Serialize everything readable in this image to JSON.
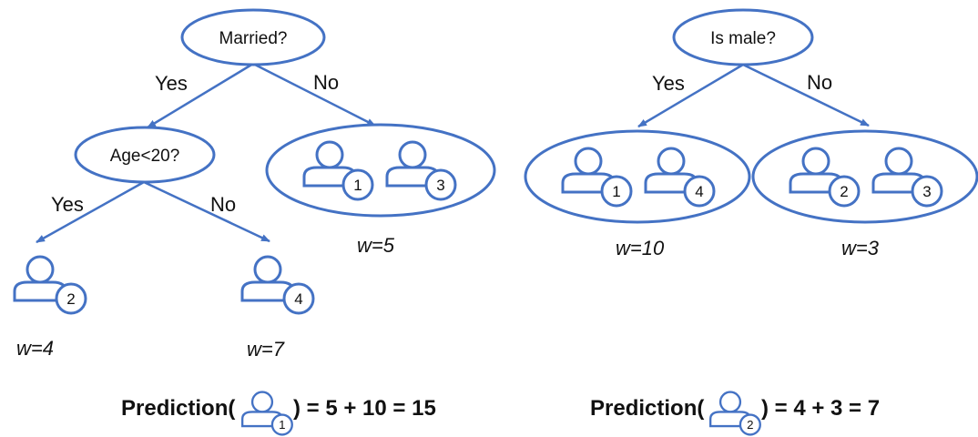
{
  "colors": {
    "stroke": "#4472c4",
    "text": "#111111",
    "fill": "#ffffff"
  },
  "tree1": {
    "root": "Married?",
    "root_yes": "Yes",
    "root_no": "No",
    "inner": "Age<20?",
    "inner_yes": "Yes",
    "inner_no": "No",
    "leaf_no_users": [
      "1",
      "3"
    ],
    "leaf_no_weight": "w=5",
    "leaf_yes_yes_user": "2",
    "leaf_yes_yes_weight": "w=4",
    "leaf_yes_no_user": "4",
    "leaf_yes_no_weight": "w=7"
  },
  "tree2": {
    "root": "Is male?",
    "root_yes": "Yes",
    "root_no": "No",
    "leaf_yes_users": [
      "1",
      "4"
    ],
    "leaf_yes_weight": "w=10",
    "leaf_no_users": [
      "2",
      "3"
    ],
    "leaf_no_weight": "w=3"
  },
  "predictions": [
    {
      "prefix": "Prediction(",
      "user": "1",
      "suffix": ") = 5 + 10 = 15"
    },
    {
      "prefix": "Prediction(",
      "user": "2",
      "suffix": ") = 4 + 3 = 7"
    }
  ]
}
